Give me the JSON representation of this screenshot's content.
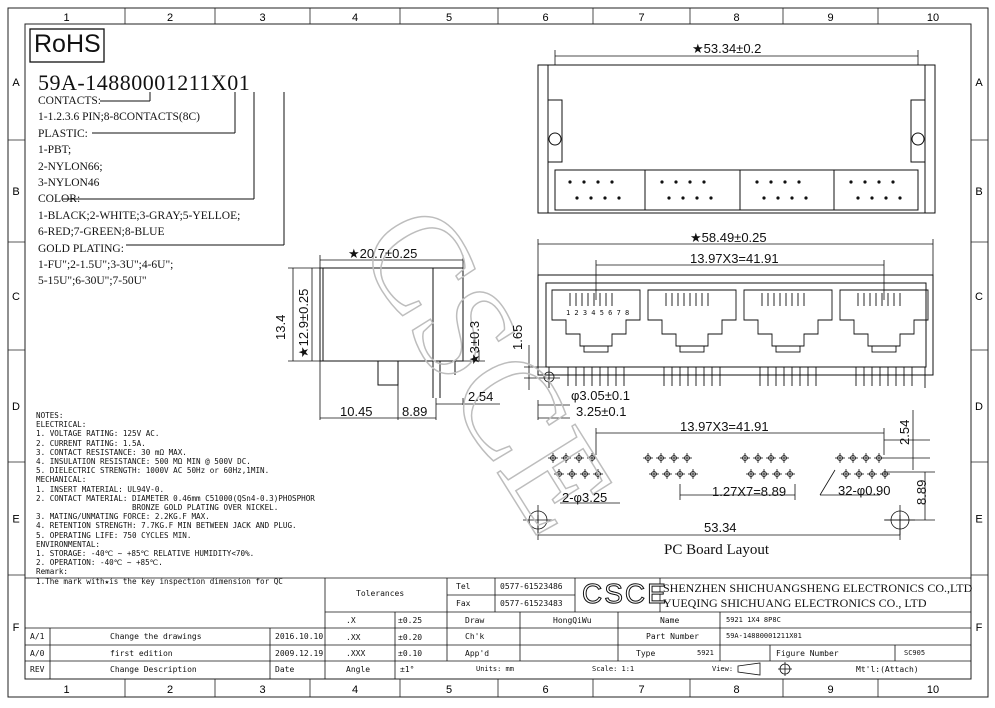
{
  "border": {
    "columns": [
      "1",
      "2",
      "3",
      "4",
      "5",
      "6",
      "7",
      "8",
      "9",
      "10"
    ],
    "rows": [
      "A",
      "B",
      "C",
      "D",
      "E",
      "F"
    ]
  },
  "rohs": "RoHS",
  "part_code": {
    "text": "59A-14880001211X01",
    "fields": [
      {
        "heading": "CONTACTS:",
        "options": [
          "1-1.2.3.6 PIN;8-8CONTACTS(8C)"
        ]
      },
      {
        "heading": "PLASTIC:",
        "options": [
          "1-PBT;",
          "2-NYLON66;",
          "3-NYLON46"
        ]
      },
      {
        "heading": "COLOR:",
        "options": [
          "1-BLACK;2-WHITE;3-GRAY;5-YELLOE;",
          "6-RED;7-GREEN;8-BLUE"
        ]
      },
      {
        "heading": "GOLD PLATING:",
        "options": [
          "1-FU\";2-1.5U\";3-3U\";4-6U\";",
          "5-15U\";6-30U\";7-50U\""
        ]
      }
    ]
  },
  "dims": {
    "top_width": "★53.34±0.2",
    "side_width": "★20.7±0.25",
    "side_height_outer": "13.4",
    "side_height_inner": "★12.9±0.25",
    "side_tab": "★3±0.3",
    "side_bottom_a": "10.45",
    "side_bottom_b": "8.89",
    "side_bottom_c": "2.54",
    "front_width": "★58.49±0.25",
    "front_pitch": "13.97X3=41.91",
    "front_height": "1.65",
    "front_hole": "φ3.05±0.1",
    "front_offset": "3.25±0.1",
    "pin_numbers": "1 2 3 4 5 6 7 8",
    "pcb_pitch": "13.97X3=41.91",
    "pcb_row": "2.54",
    "pcb_holes": "2-φ3.25",
    "pcb_pin_pitch": "1.27X7=8.89",
    "pcb_pins": "32-φ0.90",
    "pcb_depth": "8.89",
    "pcb_width": "53.34",
    "pcb_title": "PC Board Layout"
  },
  "watermark": "CSCE",
  "notes": [
    "NOTES:",
    "ELECTRICAL:",
    "1. VOLTAGE RATING: 125V AC.",
    "2. CURRENT RATING: 1.5A.",
    "3. CONTACT RESISTANCE: 30 mΩ MAX.",
    "4. INSULATION RESISTANCE: 500 MΩ MIN @ 500V DC.",
    "5. DIELECTRIC STRENGTH: 1000V AC 50Hz or 60Hz,1MIN.",
    "MECHANICAL:",
    "1. INSERT MATERIAL: UL94V-0.",
    "2. CONTACT MATERIAL: DIAMETER 0.46mm C51000(QSn4-0.3)PHOSPHOR",
    "                     BRONZE GOLD PLATING OVER NICKEL.",
    "3. MATING/UNMATING FORCE: 2.2KG.F MAX.",
    "4. RETENTION STRENGTH: 7.7KG.F MIN BETWEEN JACK AND PLUG.",
    "5. OPERATING LIFE: 750 CYCLES MIN.",
    "ENVIRONMENTAL:",
    "1. STORAGE: -40℃ ~ +85℃ RELATIVE HUMIDITY<70%.",
    "2. OPERATION: -40℃ ~ +85℃.",
    "Remark:",
    "1.The mark with★is the key inspection dimension for QC"
  ],
  "title_block": {
    "tolerances_label": "Tolerances",
    "tel_label": "Tel",
    "tel": "0577-61523486",
    "fax_label": "Fax",
    "fax": "0577-61523483",
    "logo": "CSCE",
    "company_1": "SHENZHEN SHICHUANGSHENG ELECTRONICS CO.,LTD",
    "company_2": "YUEQING SHICHUANG ELECTRONICS CO., LTD",
    "tol_rows": [
      {
        "fmt": ".X",
        "tol": "±0.25"
      },
      {
        "fmt": ".XX",
        "tol": "±0.20"
      },
      {
        "fmt": ".XXX",
        "tol": "±0.10"
      }
    ],
    "angle_label": "Angle",
    "angle_tol": "±1°",
    "draw_label": "Draw",
    "draw_value": "HongQiWu",
    "chk_label": "Ch'k",
    "app_label": "App'd",
    "units_label": "Units: mm",
    "name_label": "Name",
    "name_value": "5921 1X4 8P8C",
    "part_label": "Part Number",
    "part_value": "59A-14880001211X01",
    "type_label": "Type",
    "type_value": "5921",
    "figure_label": "Figure Number",
    "figure_value": "SC905",
    "scale_label": "Scale: 1:1",
    "view_label": "View:",
    "mtl_label": "Mt'l:(Attach)",
    "revisions": [
      {
        "rev": "A/1",
        "desc": "Change the drawings",
        "date": "2016.10.10"
      },
      {
        "rev": "A/0",
        "desc": "first edition",
        "date": "2009.12.19"
      }
    ],
    "rev_header": {
      "rev": "REV",
      "desc": "Change Description",
      "date": "Date"
    }
  }
}
